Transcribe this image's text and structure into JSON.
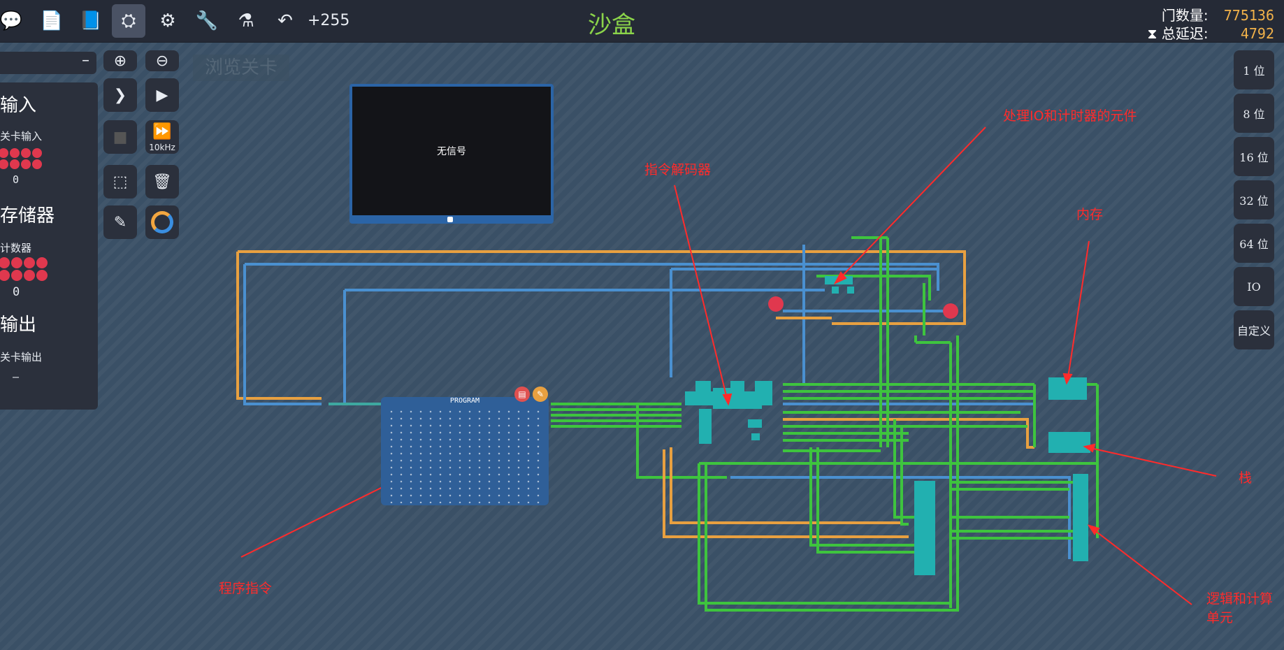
{
  "toolbar": {
    "count": "+255",
    "icons": [
      "chat-icon",
      "file-icon",
      "book-icon",
      "schematic-icon",
      "gear-icon",
      "wrench-icon",
      "flask-icon",
      "undo-icon"
    ]
  },
  "title": "沙盒",
  "stats": {
    "gate_label": "门数量:",
    "gate_value": "775136",
    "delay_label": "总延迟:",
    "delay_value": "4792"
  },
  "left_panel": {
    "search_symbol": "–",
    "input_title": "输入",
    "level_input": "关卡输入",
    "input_value": "0",
    "memory_title": "存储器",
    "counter": "计数器",
    "counter_value": "0",
    "output_title": "输出",
    "level_output": "关卡输出",
    "output_value": "–"
  },
  "controls": {
    "speed": "10kHz",
    "browse_levels": "浏览关卡"
  },
  "right_panel": [
    "1 位",
    "8 位",
    "16 位",
    "32 位",
    "64 位",
    "IO",
    "自定义"
  ],
  "screen": {
    "text": "无信号"
  },
  "program": {
    "title": "PROGRAM"
  },
  "annotations": {
    "io_timer": "处理IO和计时器的元件",
    "decoder": "指令解码器",
    "memory": "内存",
    "stack": "栈",
    "program_instructions": "程序指令",
    "alu_line1": "逻辑和计算",
    "alu_line2": "单元"
  },
  "colors": {
    "accent_green": "#8bd44a",
    "stat_value": "#f2b24a",
    "wire_orange": "#e8a040",
    "wire_blue": "#4a90d0",
    "wire_green": "#3ec43e",
    "annotation": "#ff2b2b"
  }
}
